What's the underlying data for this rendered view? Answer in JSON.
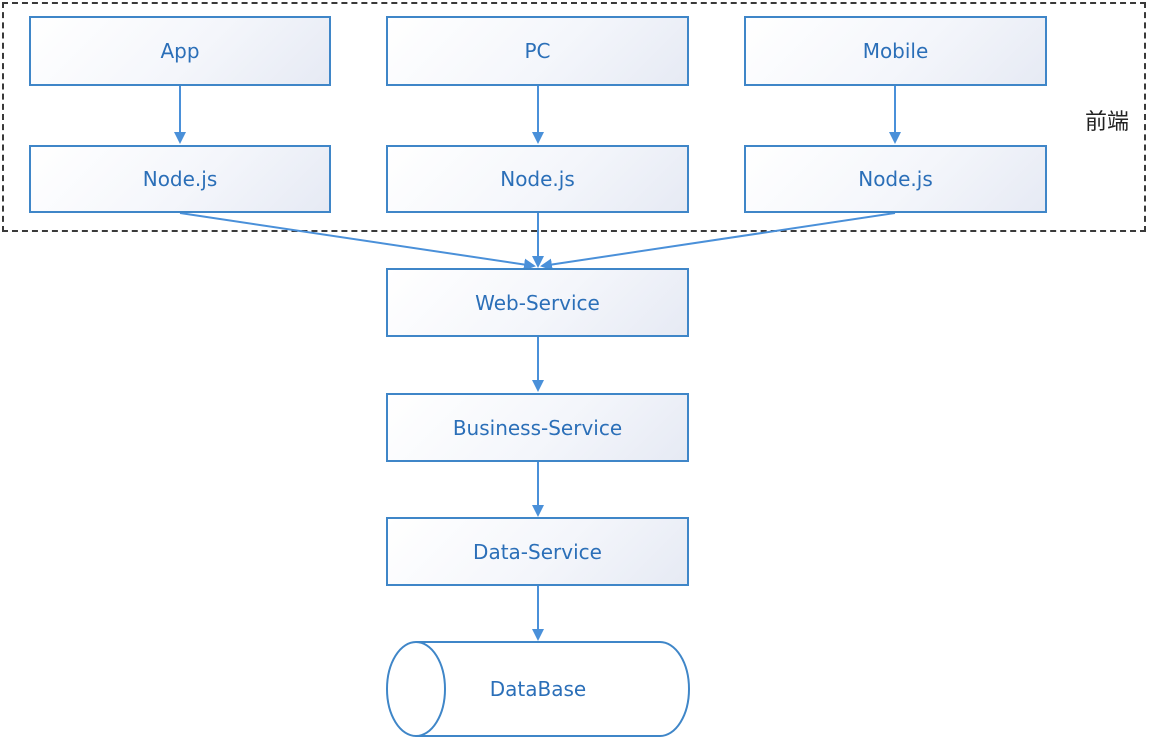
{
  "frontend": {
    "label": "前端"
  },
  "clients": [
    {
      "name": "App",
      "node": "Node.js"
    },
    {
      "name": "PC",
      "node": "Node.js"
    },
    {
      "name": "Mobile",
      "node": "Node.js"
    }
  ],
  "services": {
    "web": "Web-Service",
    "business": "Business-Service",
    "data": "Data-Service"
  },
  "database": {
    "label": "DataBase"
  },
  "colors": {
    "stroke": "#3f86c8",
    "text": "#2b6fb8",
    "frame": "#3a3a3a"
  }
}
